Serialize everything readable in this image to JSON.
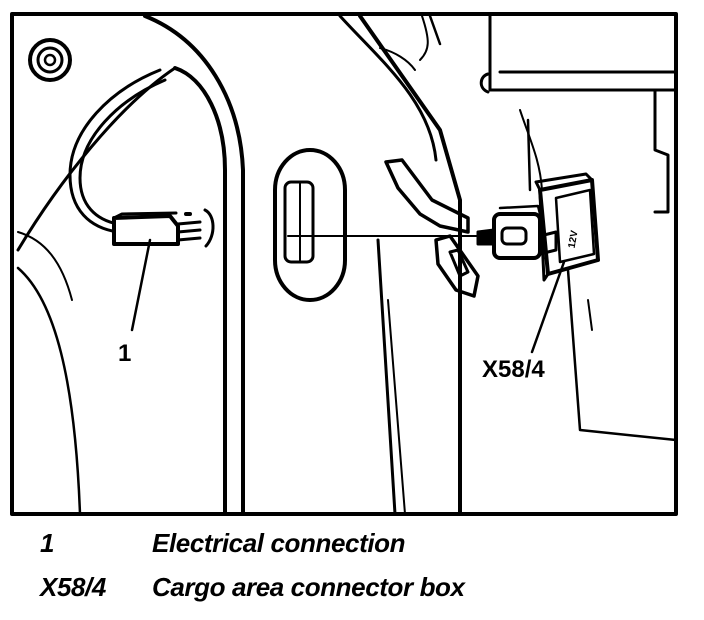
{
  "diagram": {
    "callouts": {
      "item1": "1",
      "item2": "X58/4"
    },
    "badge_text": "12V"
  },
  "legend": [
    {
      "code": "1",
      "description": "Electrical connection"
    },
    {
      "code": "X58/4",
      "description": "Cargo area connector box"
    }
  ],
  "colors": {
    "ink": "#000000",
    "background": "#ffffff"
  }
}
